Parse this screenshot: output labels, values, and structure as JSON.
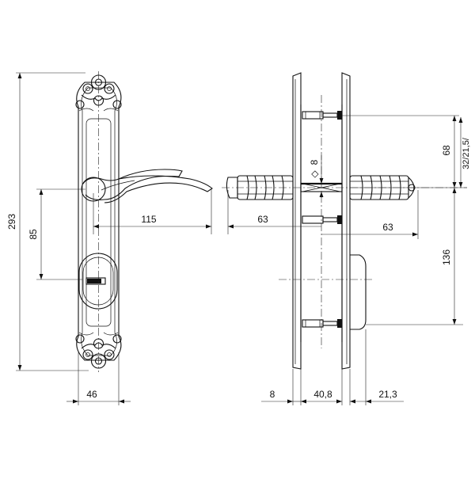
{
  "dimensions": {
    "total_height": "293",
    "handle_to_key": "85",
    "lever_length": "115",
    "plate_width": "46",
    "spindle": "8",
    "lever_projection_left": "63",
    "lever_projection_right": "63",
    "top_to_spindle": "68",
    "door_range": "32/21,5/",
    "spindle_to_screw": "136",
    "rose_offset": "8",
    "inner_depth": "40,8",
    "outer_depth": "21,3"
  }
}
